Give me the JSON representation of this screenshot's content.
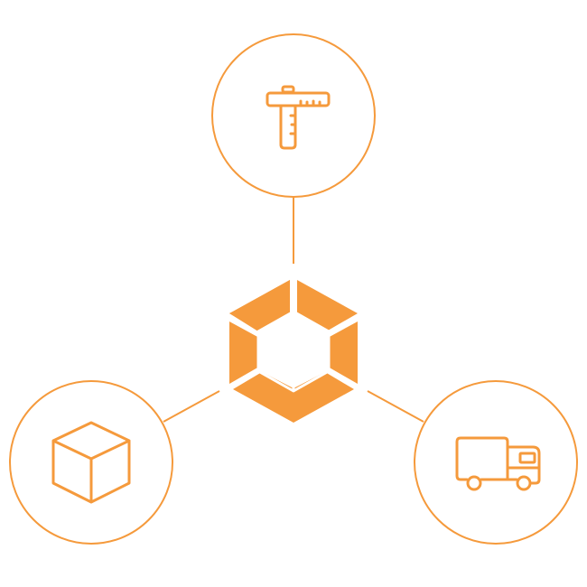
{
  "diagram": {
    "colors": {
      "accent": "#F59A3C",
      "background": "#FFFFFF"
    },
    "center": {
      "icon": "box-in-hexagon-icon"
    },
    "nodes": [
      {
        "id": "design",
        "icon": "ruler-square-icon"
      },
      {
        "id": "package",
        "icon": "cube-box-icon"
      },
      {
        "id": "delivery",
        "icon": "delivery-truck-icon"
      }
    ]
  }
}
